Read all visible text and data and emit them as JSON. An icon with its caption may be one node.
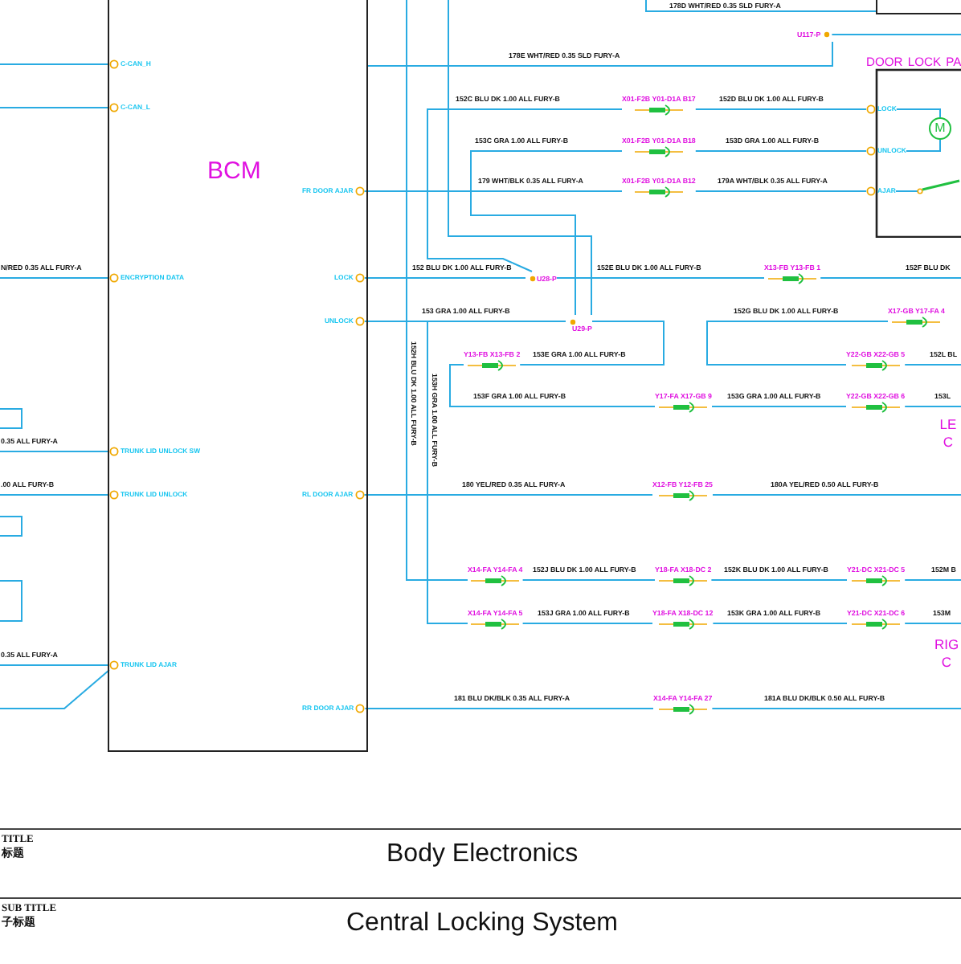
{
  "diagram": {
    "nodes": [
      {
        "text": [
          "BCM"
        ]
      },
      {
        "text": [
          "C-CAN_H"
        ],
        "in": 0
      },
      {
        "text": [
          "C-CAN_L"
        ],
        "in": 0
      },
      {
        "text": [
          "ENCRYPTION DATA"
        ],
        "in": 0
      },
      {
        "text": [
          "TRUNK LID UNLOCK SW"
        ],
        "in": 0
      },
      {
        "text": [
          "TRUNK LID UNLOCK"
        ],
        "in": 0
      },
      {
        "text": [
          "TRUNK LID AJAR"
        ],
        "in": 0
      },
      {
        "text": [
          "FR DOOR AJAR"
        ],
        "in": 0
      },
      {
        "text": [
          "LOCK"
        ],
        "in": 0
      },
      {
        "text": [
          "UNLOCK"
        ],
        "in": 0
      },
      {
        "text": [
          "RL DOOR AJAR"
        ],
        "in": 0
      },
      {
        "text": [
          "RR DOOR AJAR"
        ],
        "in": 0
      },
      {
        "text": [
          "DOOR LOCK PA"
        ]
      },
      {
        "text": [
          "LOCK"
        ],
        "in": 12
      },
      {
        "text": [
          "UNLOCK"
        ],
        "in": 12
      },
      {
        "text": [
          "AJAR"
        ],
        "in": 12
      },
      {
        "text": [
          "M"
        ],
        "in": 12
      },
      {
        "text": [],
        "shape": "box"
      },
      {
        "text": [
          "U117-P"
        ]
      },
      {
        "text": [
          "U28-P"
        ]
      },
      {
        "text": [
          "U29-P"
        ]
      },
      {
        "text": [
          "X01-F2B Y01-D1A B17"
        ]
      },
      {
        "text": [
          "X01-F2B Y01-D1A B18"
        ]
      },
      {
        "text": [
          "X01-F2B Y01-D1A B12"
        ]
      },
      {
        "text": [
          "X13-FB Y13-FB 1"
        ]
      },
      {
        "text": [
          "X17-GB Y17-FA 4"
        ]
      },
      {
        "text": [
          "Y13-FB X13-FB 2"
        ]
      },
      {
        "text": [
          "Y22-GB X22-GB 5"
        ]
      },
      {
        "text": [
          "Y17-FA X17-GB 9"
        ]
      },
      {
        "text": [
          "Y22-GB X22-GB 6"
        ]
      },
      {
        "text": [
          "X12-FB Y12-FB 25"
        ]
      },
      {
        "text": [
          "X14-FA Y14-FA 4"
        ]
      },
      {
        "text": [
          "Y18-FA X18-DC 2"
        ]
      },
      {
        "text": [
          "Y21-DC X21-DC 5"
        ]
      },
      {
        "text": [
          "X14-FA Y14-FA 5"
        ]
      },
      {
        "text": [
          "Y18-FA X18-DC 12"
        ]
      },
      {
        "text": [
          "Y21-DC X21-DC 6"
        ]
      },
      {
        "text": [
          "X14-FA Y14-FA 27"
        ]
      },
      {
        "text": [],
        "shape": "box"
      },
      {
        "text": [],
        "shape": "box"
      },
      {
        "text": [],
        "shape": "box"
      }
    ],
    "edges": [
      {
        "from": null,
        "to": 1,
        "arrow": "none"
      },
      {
        "from": null,
        "to": 2,
        "arrow": "none"
      },
      {
        "from": null,
        "to": 3,
        "arrow": "none",
        "label": "N/RED 0.35 ALL FURY-A"
      },
      {
        "from": null,
        "to": 4,
        "arrow": "none",
        "label": "0.35 ALL FURY-A"
      },
      {
        "from": null,
        "to": 5,
        "arrow": "none",
        "label": ".00 ALL FURY-B"
      },
      {
        "from": null,
        "to": 6,
        "arrow": "none",
        "label": "0.35 ALL FURY-A"
      },
      {
        "from": null,
        "to": 6,
        "arrow": "none"
      },
      {
        "from": null,
        "to": 17,
        "arrow": "none",
        "label": "178D WHT/RED 0.35 SLD FURY-A"
      },
      {
        "from": 0,
        "to": 18,
        "arrow": "none",
        "label": "178E WHT/RED 0.35 SLD FURY-A"
      },
      {
        "from": 18,
        "to": null,
        "arrow": "none"
      },
      {
        "from": 7,
        "to": 23,
        "arrow": "none",
        "label": "179 WHT/BLK 0.35 ALL FURY-A"
      },
      {
        "from": 23,
        "to": 15,
        "arrow": "none",
        "label": "179A WHT/BLK 0.35 ALL FURY-A"
      },
      {
        "from": 8,
        "to": 19,
        "arrow": "none",
        "label": "152 BLU DK 1.00 ALL FURY-B"
      },
      {
        "from": 19,
        "to": 21,
        "arrow": "none",
        "label": "152C BLU DK 1.00 ALL FURY-B"
      },
      {
        "from": 21,
        "to": 13,
        "arrow": "none",
        "label": "152D BLU DK 1.00 ALL FURY-B"
      },
      {
        "from": 20,
        "to": 22,
        "arrow": "none",
        "label": "153C GRA 1.00 ALL FURY-B"
      },
      {
        "from": 22,
        "to": 14,
        "arrow": "none",
        "label": "153D GRA 1.00 ALL FURY-B"
      },
      {
        "from": null,
        "to": 20,
        "arrow": "none"
      },
      {
        "from": 19,
        "to": 24,
        "arrow": "none",
        "label": "152E BLU DK 1.00 ALL FURY-B"
      },
      {
        "from": 24,
        "to": null,
        "arrow": "none",
        "label": "152F BLU DK"
      },
      {
        "from": 9,
        "to": 20,
        "arrow": "none",
        "label": "153 GRA 1.00 ALL FURY-B"
      },
      {
        "from": 20,
        "to": 26,
        "arrow": "none",
        "label": "153E GRA 1.00 ALL FURY-B"
      },
      {
        "from": 25,
        "to": 27,
        "arrow": "none",
        "label": "152G BLU DK 1.00 ALL FURY-B"
      },
      {
        "from": 27,
        "to": null,
        "arrow": "none",
        "label": "152L BL"
      },
      {
        "from": 26,
        "to": 28,
        "arrow": "none",
        "label": "153F GRA 1.00 ALL FURY-B"
      },
      {
        "from": 28,
        "to": 29,
        "arrow": "none",
        "label": "153G GRA 1.00 ALL FURY-B"
      },
      {
        "from": 29,
        "to": null,
        "arrow": "none",
        "label": "153L"
      },
      {
        "from": 10,
        "to": 30,
        "arrow": "none",
        "label": "180 YEL/RED 0.35 ALL FURY-A"
      },
      {
        "from": 30,
        "to": null,
        "arrow": "none",
        "label": "180A YEL/RED 0.50 ALL FURY-B"
      },
      {
        "from": null,
        "to": 31,
        "arrow": "none",
        "label": "152H BLU DK 1.00 ALL FURY-B"
      },
      {
        "from": 20,
        "to": 34,
        "arrow": "none",
        "label": "153H GRA 1.00 ALL FURY-B"
      },
      {
        "from": 31,
        "to": 32,
        "arrow": "none",
        "label": "152J BLU DK 1.00 ALL FURY-B"
      },
      {
        "from": 32,
        "to": 33,
        "arrow": "none",
        "label": "152K BLU DK 1.00 ALL FURY-B"
      },
      {
        "from": 33,
        "to": null,
        "arrow": "none",
        "label": "152M B"
      },
      {
        "from": 34,
        "to": 35,
        "arrow": "none",
        "label": "153J GRA 1.00 ALL FURY-B"
      },
      {
        "from": 35,
        "to": 36,
        "arrow": "none",
        "label": "153K GRA 1.00 ALL FURY-B"
      },
      {
        "from": 36,
        "to": null,
        "arrow": "none",
        "label": "153M"
      },
      {
        "from": 11,
        "to": 37,
        "arrow": "none",
        "label": "181 BLU DK/BLK 0.35 ALL FURY-A"
      },
      {
        "from": 37,
        "to": null,
        "arrow": "none",
        "label": "181A BLU DK/BLK 0.50 ALL FURY-B"
      },
      {
        "from": 13,
        "to": 16,
        "arrow": "none"
      },
      {
        "from": 14,
        "to": 16,
        "arrow": "none"
      }
    ],
    "labels": [
      "LE C",
      "RIG C",
      "TITLE",
      "标题",
      "Body Electronics",
      "SUB TITLE",
      "子标题",
      "Central Locking System"
    ]
  }
}
